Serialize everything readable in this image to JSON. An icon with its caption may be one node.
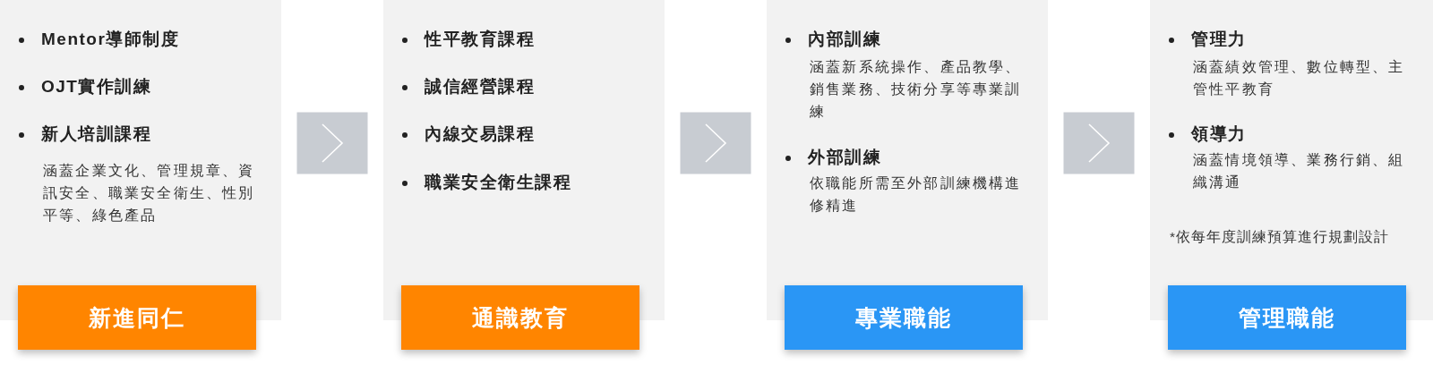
{
  "diagram": {
    "nodes": [
      {
        "text": [
          "Mentor導師制度",
          "OJT實作訓練",
          "新人培訓課程",
          "涵蓋企業文化、管理規章、資訊安全、職業安全衛生、性別平等、綠色產品"
        ]
      },
      {
        "text": [
          "新進同仁"
        ]
      },
      {
        "text": [
          "性平教育課程",
          "誠信經營課程",
          "內線交易課程",
          "職業安全衛生課程"
        ]
      },
      {
        "text": [
          "通識教育"
        ]
      },
      {
        "text": [
          "內部訓練",
          "涵蓋新系統操作、產品教學、銷售業務、技術分享等專業訓練",
          "外部訓練",
          "依職能所需至外部訓練機構進修精進"
        ]
      },
      {
        "text": [
          "專業職能"
        ]
      },
      {
        "text": [
          "管理力",
          "涵蓋績效管理、數位轉型、主管性平教育",
          "領導力",
          "涵蓋情境領導、業務行銷、組織溝通",
          "*依每年度訓練預算進行規劃設計"
        ]
      },
      {
        "text": [
          "管理職能"
        ]
      }
    ],
    "edges": [
      {
        "from": 0,
        "to": 2,
        "arrow": "to"
      },
      {
        "from": 2,
        "to": 4,
        "arrow": "to"
      },
      {
        "from": 4,
        "to": 6,
        "arrow": "to"
      }
    ]
  }
}
